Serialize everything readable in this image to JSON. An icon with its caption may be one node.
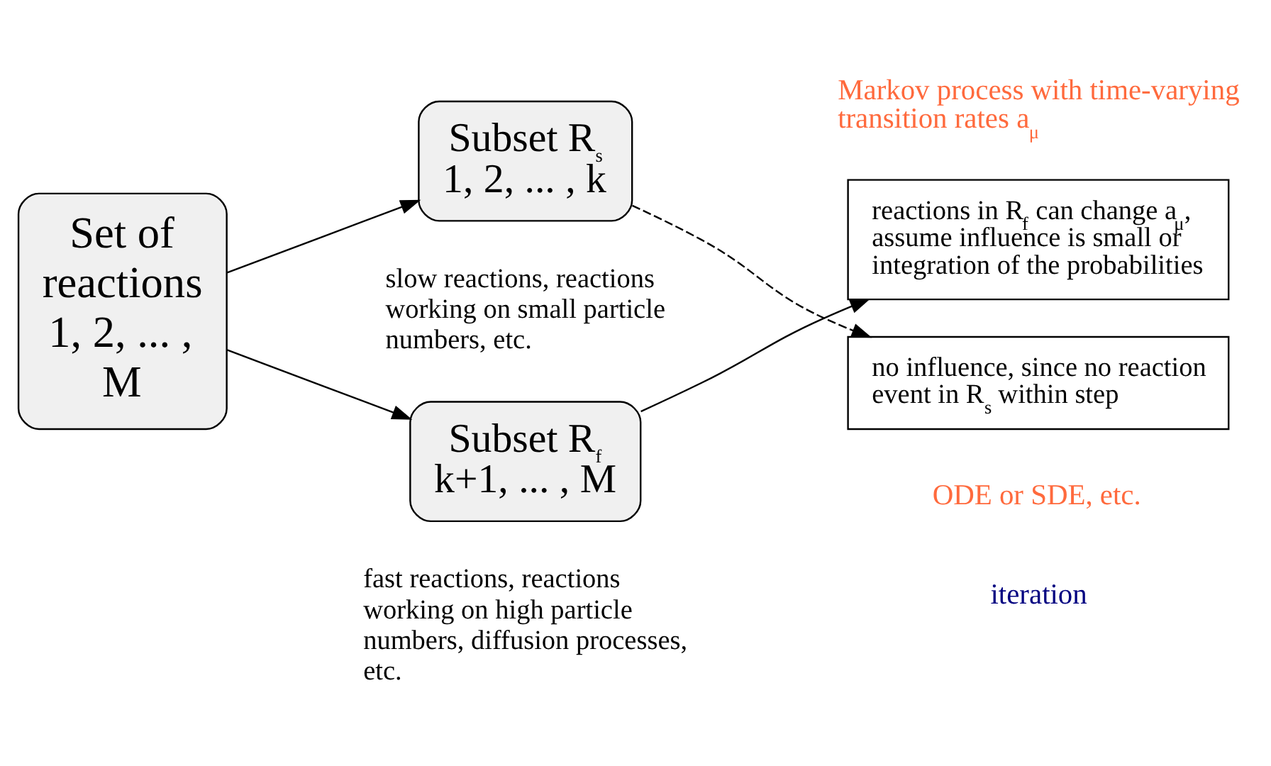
{
  "diagram": {
    "nodes": [
      {
        "text": [
          "Set of reactions",
          "1, 2, ... , M"
        ]
      },
      {
        "text": [
          "Subset R$_{s}$",
          "1, 2, ... , k"
        ],
        "beside": [
          "slow reactions, reactions working on small particle numbers, etc."
        ]
      },
      {
        "text": [
          "Subset R$_{f}$",
          "k+1, ... , M"
        ],
        "beside": [
          "fast reactions, reactions working on high particle numbers, diffusion processes, etc."
        ]
      },
      {
        "text": [
          "reactions in R$_{f}$ can change a$_{μ}$, assume influence is small or integration of the probabilities"
        ]
      },
      {
        "text": [
          "no influence, since no reaction event in R$_{s}$ within step"
        ]
      }
    ],
    "edges": [
      {
        "from": 0,
        "to": 1,
        "arrow": "to"
      },
      {
        "from": 0,
        "to": 2,
        "arrow": "to"
      },
      {
        "from": 1,
        "to": 4,
        "arrow": "to",
        "style": "dashed"
      },
      {
        "from": 2,
        "to": 3,
        "arrow": "to"
      }
    ],
    "labels": [
      "Markov process with time-varying transition rates a$_{μ}$",
      "ODE or SDE, etc.",
      "iteration"
    ]
  }
}
